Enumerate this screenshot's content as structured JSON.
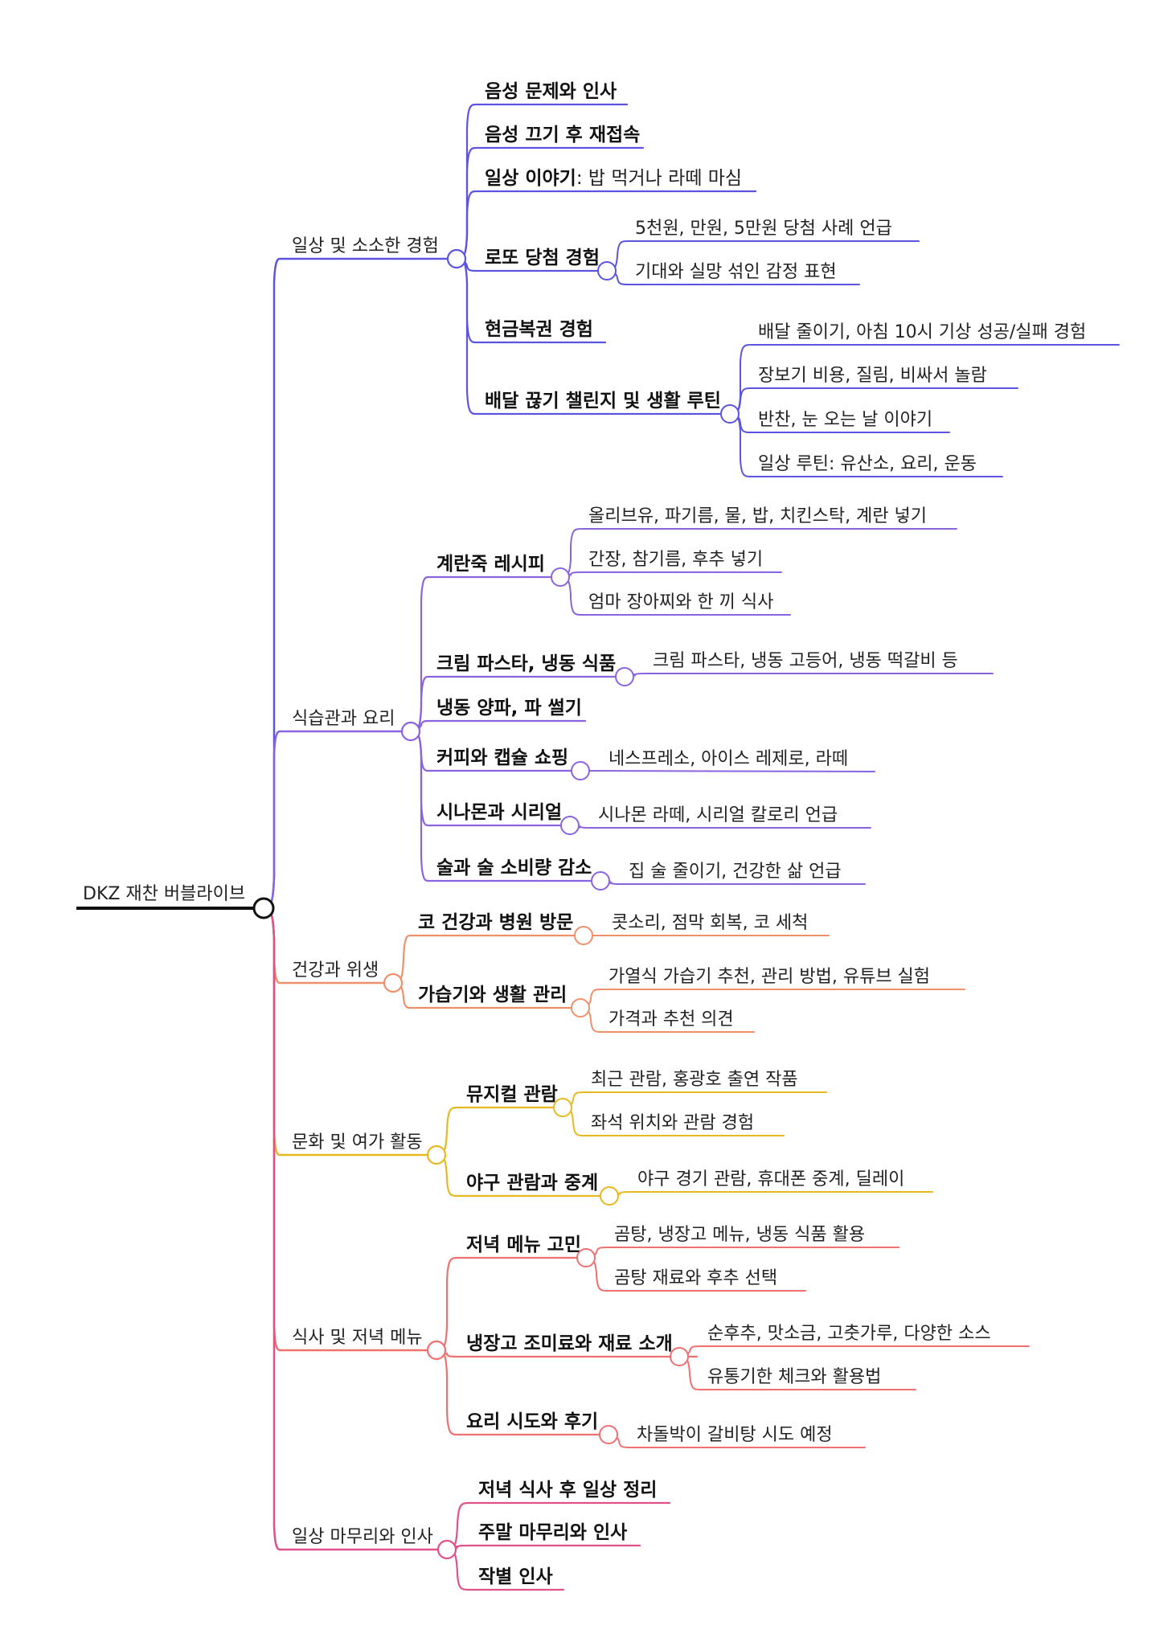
{
  "root": {
    "label": "DKZ 재찬 버블라이브"
  },
  "branches": [
    {
      "label": "일상 및 소소한 경험",
      "color": "#5c54e0",
      "children": [
        {
          "label": "음성 문제와 인사",
          "bold": true
        },
        {
          "label": "음성 끄기 후 재접속",
          "bold": true
        },
        {
          "label": "일상 이야기",
          "suffix": ": 밥 먹거나 라떼 마심",
          "bold": true
        },
        {
          "label": "로또 당첨 경험",
          "bold": true,
          "children": [
            "5천원, 만원, 5만원 당첨 사례 언급",
            "기대와 실망 섞인 감정 표현"
          ]
        },
        {
          "label": "현금복권 경험",
          "bold": true
        },
        {
          "label": "배달 끊기 챌린지 및 생활 루틴",
          "bold": true,
          "children": [
            "배달 줄이기, 아침 10시 기상 성공/실패 경험",
            "장보기 비용, 질림, 비싸서 놀람",
            "반찬, 눈 오는 날 이야기",
            "일상 루틴: 유산소, 요리, 운동"
          ]
        }
      ]
    },
    {
      "label": "식습관과 요리",
      "color": "#8a63e0",
      "children": [
        {
          "label": "계란죽 레시피",
          "bold": true,
          "children": [
            "올리브유, 파기름, 물, 밥, 치킨스탁, 계란 넣기",
            "간장, 참기름, 후추 넣기",
            "엄마 장아찌와 한 끼 식사"
          ]
        },
        {
          "label": "크림 파스타, 냉동 식품",
          "bold": true,
          "children": [
            "크림 파스타, 냉동 고등어, 냉동 떡갈비 등"
          ]
        },
        {
          "label": "냉동 양파, 파 썰기",
          "bold": true
        },
        {
          "label": "커피와 캡슐 쇼핑",
          "bold": true,
          "children": [
            "네스프레소, 아이스 레제로, 라떼"
          ]
        },
        {
          "label": "시나몬과 시리얼",
          "bold": true,
          "children": [
            "시나몬 라떼, 시리얼 칼로리 언급"
          ]
        },
        {
          "label": "술과 술 소비량 감소",
          "bold": true,
          "children": [
            "집 술 줄이기, 건강한 삶 언급"
          ]
        }
      ]
    },
    {
      "label": "건강과 위생",
      "color": "#f0906a",
      "children": [
        {
          "label": "코 건강과 병원 방문",
          "bold": true,
          "children": [
            "콧소리, 점막 회복, 코 세척"
          ]
        },
        {
          "label": "가습기와 생활 관리",
          "bold": true,
          "children": [
            "가열식 가습기 추천, 관리 방법, 유튜브 실험",
            "가격과 추천 의견"
          ]
        }
      ]
    },
    {
      "label": "문화 및 여가 활동",
      "color": "#e8b820",
      "children": [
        {
          "label": "뮤지컬 관람",
          "bold": true,
          "children": [
            "최근 관람, 홍광호 출연 작품",
            "좌석 위치와 관람 경험"
          ]
        },
        {
          "label": "야구 관람과 중계",
          "bold": true,
          "children": [
            "야구 경기 관람, 휴대폰 중계, 딜레이"
          ]
        }
      ]
    },
    {
      "label": "식사 및 저녁 메뉴",
      "color": "#f07070",
      "children": [
        {
          "label": "저녁 메뉴 고민",
          "bold": true,
          "children": [
            "곰탕, 냉장고 메뉴, 냉동 식품 활용",
            "곰탕 재료와 후추 선택"
          ]
        },
        {
          "label": "냉장고 조미료와 재료 소개",
          "bold": true,
          "children": [
            "순후추, 맛소금, 고춧가루, 다양한 소스",
            "유통기한 체크와 활용법"
          ]
        },
        {
          "label": "요리 시도와 후기",
          "bold": true,
          "children": [
            "차돌박이 갈비탕 시도 예정"
          ]
        }
      ]
    },
    {
      "label": "일상 마무리와 인사",
      "color": "#e0508a",
      "children": [
        {
          "label": "저녁 식사 후 일상 정리",
          "bold": true
        },
        {
          "label": "주말 마무리와 인사",
          "bold": true
        },
        {
          "label": "작별 인사",
          "bold": true
        }
      ]
    }
  ]
}
